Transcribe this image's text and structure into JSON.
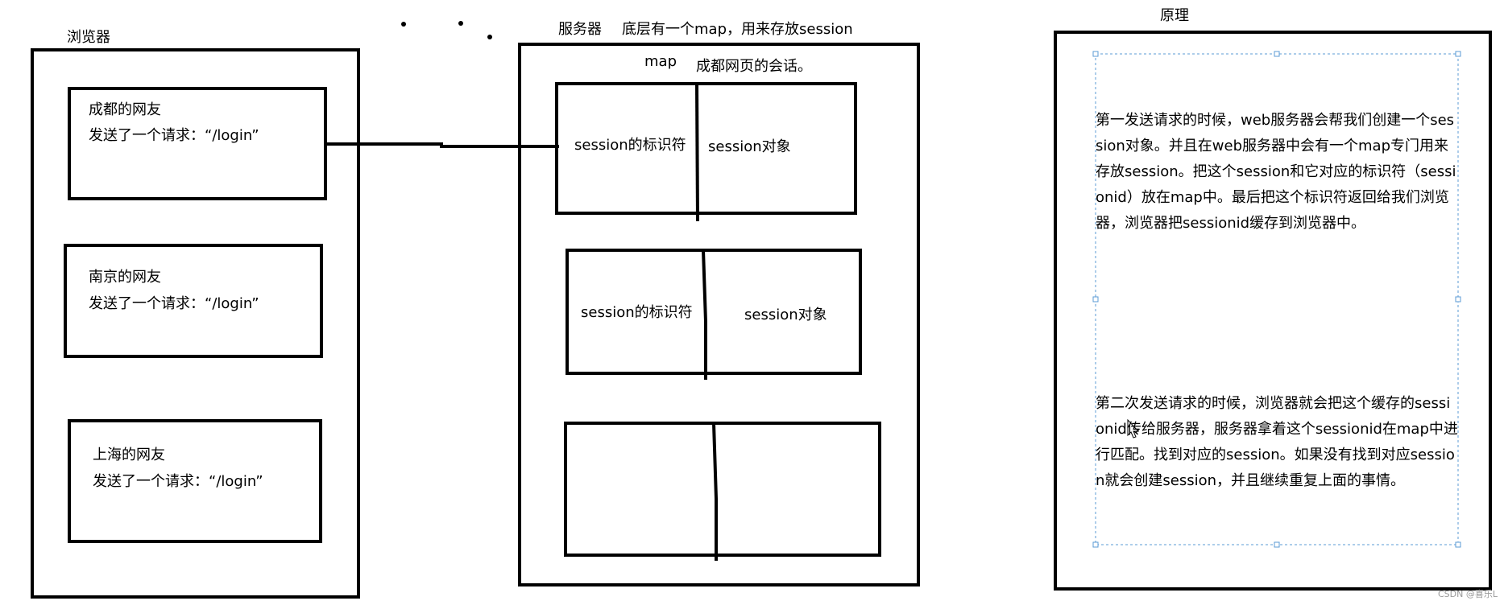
{
  "browser": {
    "title": "浏览器",
    "users": [
      {
        "name": "成都的网友",
        "request": "发送了一个请求：“/login”"
      },
      {
        "name": "南京的网友",
        "request": "发送了一个请求：“/login”"
      },
      {
        "name": "上海的网友",
        "request": "发送了一个请求：“/login”"
      }
    ]
  },
  "server": {
    "title": "服务器",
    "subtitle": "底层有一个map，用来存放session",
    "map_label": "map",
    "session_note": "成都网页的会话。",
    "entries": [
      {
        "key": "session的标识符",
        "value": "session对象"
      },
      {
        "key": "session的标识符",
        "value": "session对象"
      },
      {
        "key": "",
        "value": ""
      }
    ]
  },
  "principle": {
    "title": "原理",
    "paragraph1": "第一发送请求的时候，web服务器会帮我们创建一个session对象。并且在web服务器中会有一个map专门用来存放session。把这个session和它对应的标识符（sessionid）放在map中。最后把这个标识符返回给我们浏览器，浏览器把sessionid缓存到浏览器中。",
    "paragraph2": "第二次发送请求的时候，浏览器就会把这个缓存的sessionid传给服务器，服务器拿着这个sessionid在map中进行匹配。找到对应的session。如果没有找到对应session就会创建session，并且继续重复上面的事情。"
  },
  "watermark": "CSDN @喜乐L",
  "colors": {
    "stroke": "#000000",
    "selection": "#5b9bd5",
    "watermark": "#9a9a9a"
  }
}
